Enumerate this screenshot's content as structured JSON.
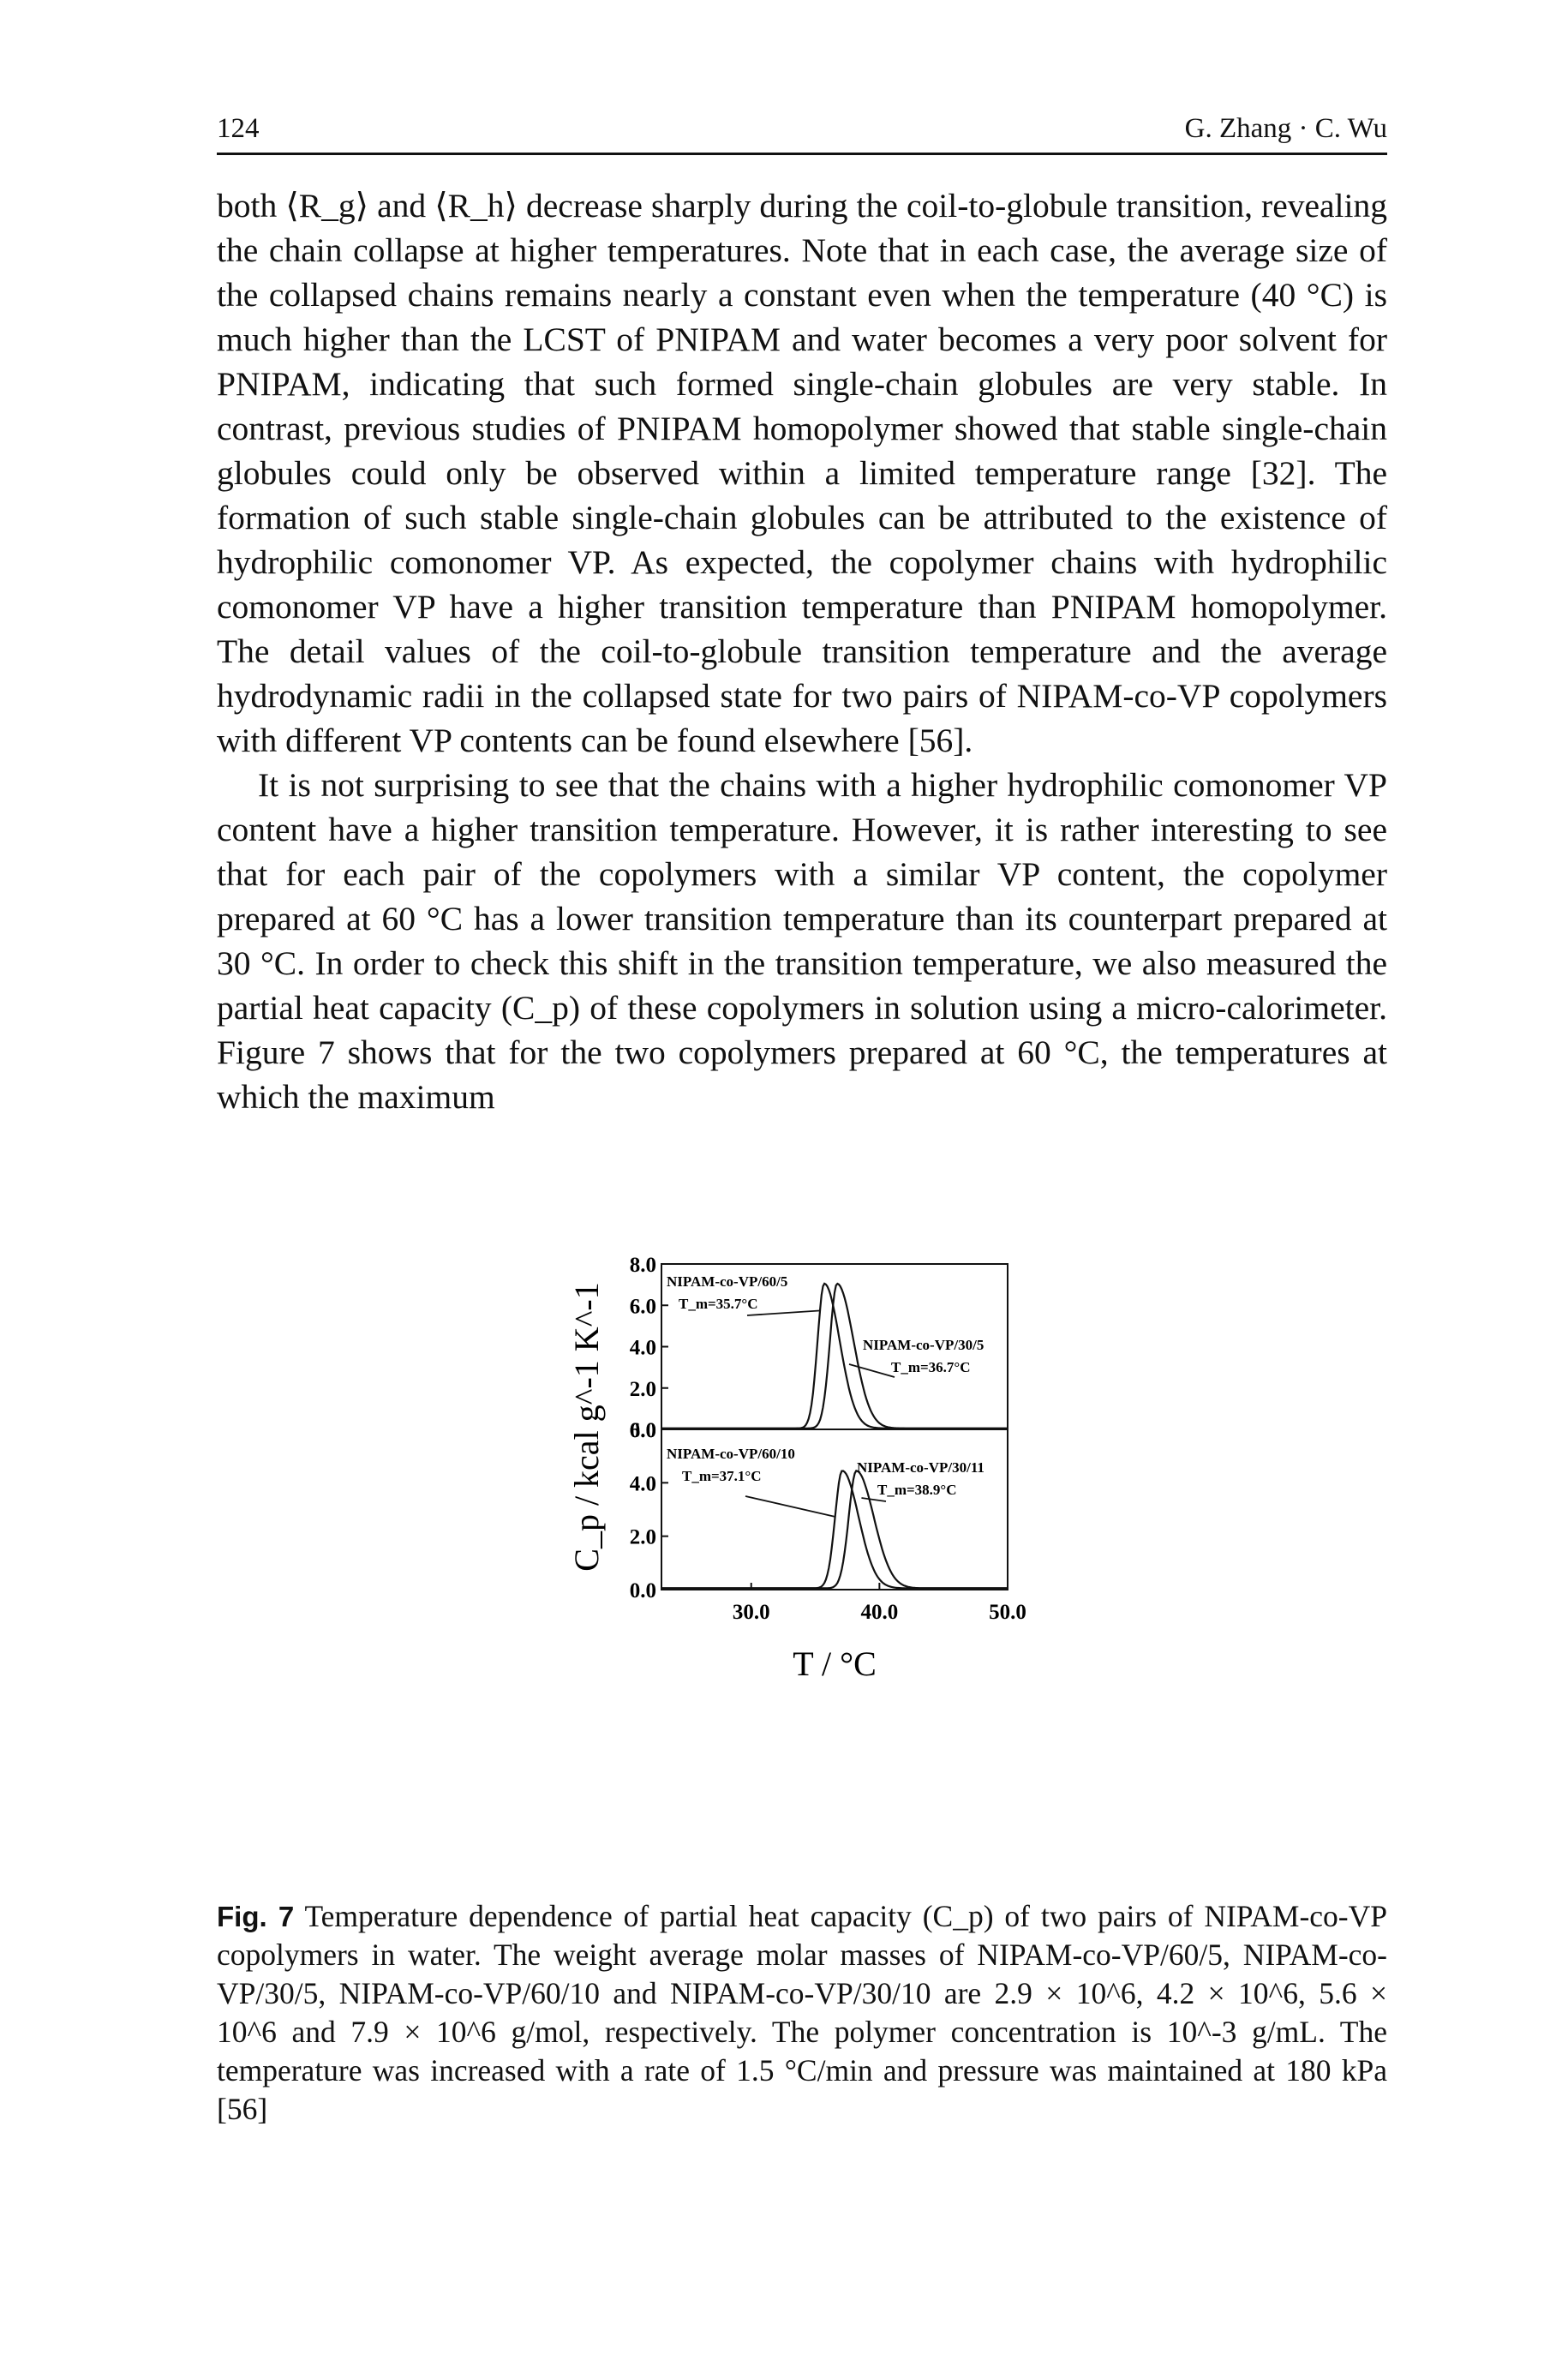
{
  "header": {
    "page_number": "124",
    "authors": "G. Zhang · C. Wu"
  },
  "paragraphs": [
    "both ⟨R_g⟩ and ⟨R_h⟩ decrease sharply during the coil-to-globule transition, revealing the chain collapse at higher temperatures. Note that in each case, the average size of the collapsed chains remains nearly a constant even when the temperature (40 °C) is much higher than the LCST of PNIPAM and water becomes a very poor solvent for PNIPAM, indicating that such formed single-chain globules are very stable. In contrast, previous studies of PNIPAM homopolymer showed that stable single-chain globules could only be observed within a limited temperature range [32]. The formation of such stable single-chain globules can be attributed to the existence of hydrophilic comonomer VP. As expected, the copolymer chains with hydrophilic comonomer VP have a higher transition temperature than PNIPAM homopolymer. The detail values of the coil-to-globule transition temperature and the average hydrodynamic radii in the collapsed state for two pairs of NIPAM-co-VP copolymers with different VP contents can be found elsewhere [56].",
    "It is not surprising to see that the chains with a higher hydrophilic comonomer VP content have a higher transition temperature. However, it is rather interesting to see that for each pair of the copolymers with a similar VP content, the copolymer prepared at 60 °C has a lower transition temperature than its counterpart prepared at 30 °C. In order to check this shift in the transition temperature, we also measured the partial heat capacity (C_p) of these copolymers in solution using a micro-calorimeter. Figure 7 shows that for the two copolymers prepared at 60 °C, the temperatures at which the maximum"
  ],
  "chart_data": {
    "type": "line",
    "xlabel": "T / °C",
    "ylabel": "C_p / kcal g^-1 K^-1",
    "x_ticks": [
      "30.0",
      "40.0",
      "50.0"
    ],
    "xlim": [
      23,
      50
    ],
    "panels": [
      {
        "ylim": [
          0,
          8
        ],
        "y_ticks": [
          "8.0",
          "6.0",
          "4.0",
          "2.0",
          "0.0"
        ],
        "series": [
          {
            "name": "NIPAM-co-VP/60/5",
            "label_line2": "T_m=35.7°C",
            "peak_x": 35.7,
            "peak_y": 7.0,
            "width": 0.75
          },
          {
            "name": "NIPAM-co-VP/30/5",
            "label_line2": "T_m=36.7°C",
            "peak_x": 36.7,
            "peak_y": 7.0,
            "width": 0.8
          }
        ]
      },
      {
        "ylim": [
          0,
          6
        ],
        "y_ticks": [
          "6.0",
          "4.0",
          "2.0",
          "0.0"
        ],
        "series": [
          {
            "name": "NIPAM-co-VP/60/10",
            "label_line2": "T_m=37.1°C",
            "peak_x": 37.1,
            "peak_y": 4.4,
            "width": 0.8
          },
          {
            "name": "NIPAM-co-VP/30/11",
            "label_line2": "T_m=38.9°C",
            "peak_x": 38.2,
            "peak_y": 4.4,
            "width": 0.85
          }
        ]
      }
    ]
  },
  "caption": {
    "label": "Fig. 7",
    "text": "Temperature dependence of partial heat capacity (C_p) of two pairs of NIPAM-co-VP copolymers in water. The weight average molar masses of NIPAM-co-VP/60/5, NIPAM-co-VP/30/5, NIPAM-co-VP/60/10 and NIPAM-co-VP/30/10 are 2.9 × 10^6, 4.2 × 10^6, 5.6 × 10^6 and 7.9 × 10^6 g/mol, respectively. The polymer concentration is 10^-3 g/mL. The temperature was increased with a rate of 1.5 °C/min and pressure was maintained at 180 kPa [56]"
  }
}
